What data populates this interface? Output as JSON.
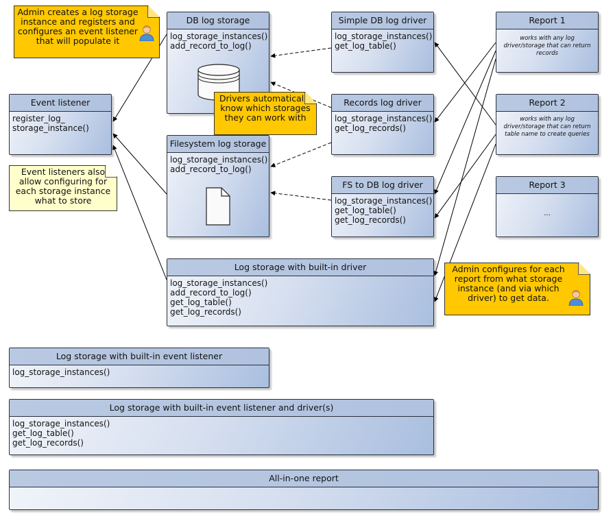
{
  "notes": {
    "admin_creates": "Admin creates a log storage instance and registers and configures an event listener that will populate it",
    "event_listeners_allow": "Event listeners also allow configuring for each storage instance what to store",
    "drivers_auto": "Drivers automatically know which storages they can work with",
    "admin_configures": "Admin configures for each report from what storage instance (and via which driver) to get data."
  },
  "boxes": {
    "event_listener": {
      "title": "Event listener",
      "lines": [
        "register_log_",
        "storage_instance()"
      ]
    },
    "db_log_storage": {
      "title": "DB log storage",
      "lines": [
        "log_storage_instances()",
        "add_record_to_log()"
      ]
    },
    "fs_log_storage": {
      "title": "Filesystem log storage",
      "lines": [
        "log_storage_instances()",
        "add_record_to_log()"
      ]
    },
    "simple_db_driver": {
      "title": "Simple DB log driver",
      "lines": [
        "log_storage_instances()",
        "get_log_table()"
      ]
    },
    "records_driver": {
      "title": "Records log driver",
      "lines": [
        "log_storage_instances()",
        "get_log_records()"
      ]
    },
    "fs_to_db_driver": {
      "title": "FS to DB log driver",
      "lines": [
        "log_storage_instances()",
        "get_log_table()",
        "get_log_records()"
      ]
    },
    "builtin_driver": {
      "title": "Log storage with built-in driver",
      "lines": [
        "log_storage_instances()",
        "add_record_to_log()",
        "get_log_table()",
        "get_log_records()"
      ]
    },
    "report1": {
      "title": "Report 1",
      "text": "works with any log driver/storage that can return records"
    },
    "report2": {
      "title": "Report 2",
      "text": "works with any log driver/storage that can return table name to create queries"
    },
    "report3": {
      "title": "Report 3",
      "text": "..."
    },
    "builtin_listener": {
      "title": "Log storage with built-in event listener",
      "lines": [
        "log_storage_instances()"
      ]
    },
    "builtin_listener_driver": {
      "title": "Log storage with built-in event listener and driver(s)",
      "lines": [
        "log_storage_instances()",
        "get_log_table()",
        "get_log_records()"
      ]
    },
    "all_in_one": {
      "title": "All-in-one report"
    }
  },
  "icons": [
    "database-icon",
    "document-icon",
    "person-icon"
  ],
  "colors": {
    "note_yellow": "#ffc800",
    "note_pale": "#ffffcc",
    "header_blue": "#b5c7e3",
    "line": "#000000"
  }
}
